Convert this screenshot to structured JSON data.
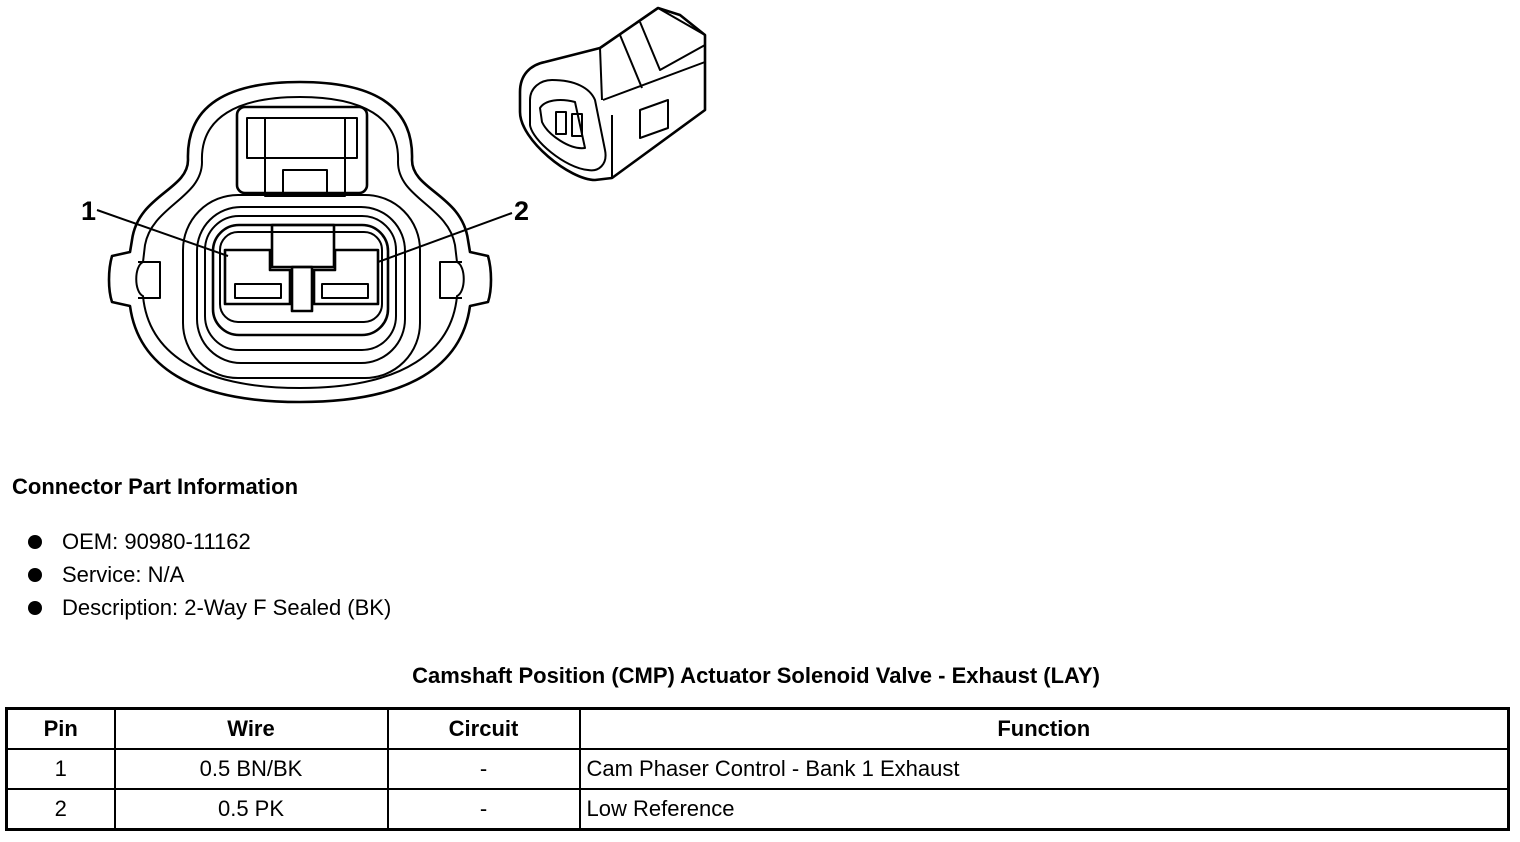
{
  "diagram": {
    "pin_labels": [
      "1",
      "2"
    ]
  },
  "connector_info": {
    "heading": "Connector Part Information",
    "items": [
      "OEM: 90980-11162",
      "Service: N/A",
      "Description: 2-Way F Sealed (BK)"
    ]
  },
  "table": {
    "title": "Camshaft Position (CMP) Actuator Solenoid Valve - Exhaust (LAY)",
    "headers": [
      "Pin",
      "Wire",
      "Circuit",
      "Function"
    ],
    "rows": [
      [
        "1",
        "0.5 BN/BK",
        "-",
        "Cam Phaser Control - Bank 1 Exhaust"
      ],
      [
        "2",
        "0.5 PK",
        "-",
        "Low Reference"
      ]
    ]
  }
}
